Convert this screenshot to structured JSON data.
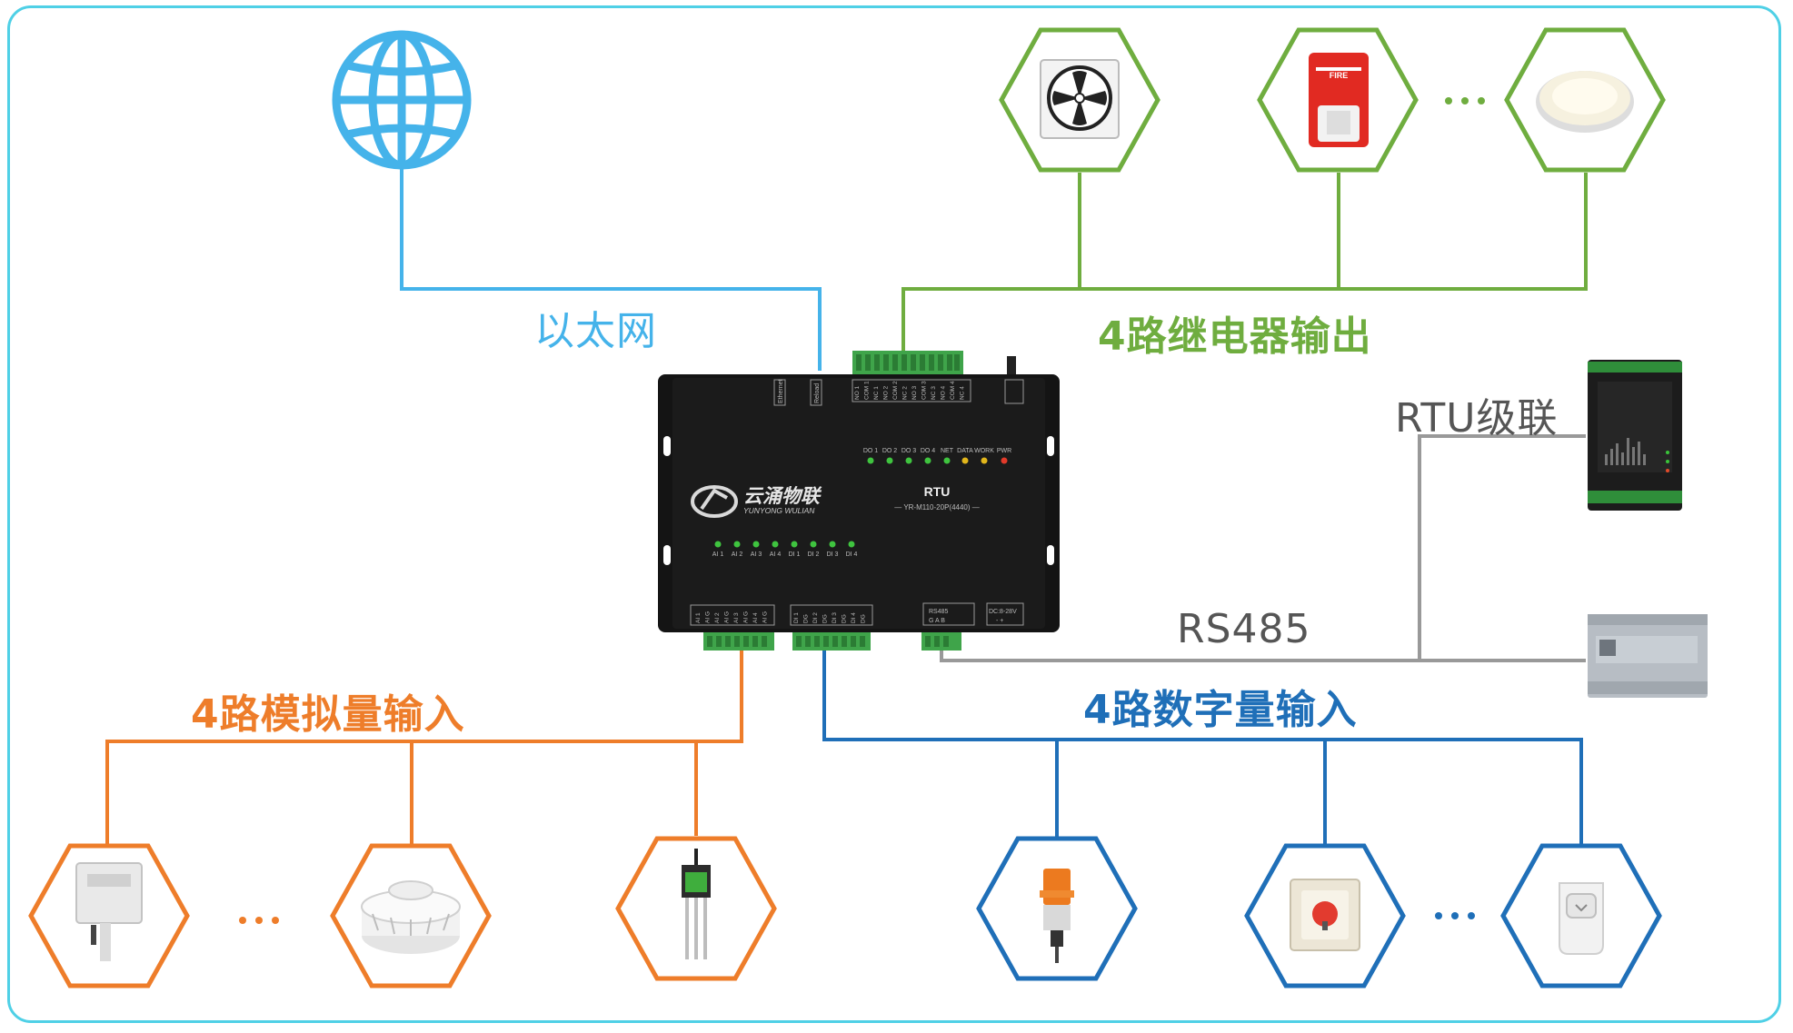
{
  "labels": {
    "ethernet": "以太网",
    "relay_output": "4路继电器输出",
    "rtu_cascade": "RTU级联",
    "rs485": "RS485",
    "analog_input": "4路模拟量输入",
    "digital_input": "4路数字量输入"
  },
  "device": {
    "brand_cn": "云涌物联",
    "brand_en": "YUNYONG WULIAN",
    "type": "RTU",
    "model": "— YR-M110-20P(4440) —",
    "port_ethernet": "Ethernet",
    "port_reload": "Reload",
    "relay_terminals": [
      "NO 1",
      "COM 1",
      "NC 1",
      "NO 2",
      "COM 2",
      "NC 2",
      "NO 3",
      "COM 3",
      "NC 3",
      "NO 4",
      "COM 4",
      "NC 4"
    ],
    "status_leds": [
      "DO 1",
      "DO 2",
      "DO 3",
      "DO 4",
      "NET",
      "DATA",
      "WORK",
      "PWR"
    ],
    "input_leds": [
      "AI 1",
      "AI 2",
      "AI 3",
      "AI 4",
      "DI 1",
      "DI 2",
      "DI 3",
      "DI 4"
    ],
    "ai_terminals": [
      "AI 1",
      "AI G",
      "AI 2",
      "AI G",
      "AI 3",
      "AI G",
      "AI 4",
      "AI G"
    ],
    "di_terminals": [
      "DI 1",
      "DG",
      "DI 2",
      "DG",
      "DI 3",
      "DG",
      "DI 4",
      "DG"
    ],
    "rs485_terminal": "RS485",
    "rs485_pins": "G A B",
    "power_terminal": "DC:8-28V",
    "power_pins": "- +"
  },
  "ellipsis": "• • •",
  "colors": {
    "ethernet": "#45b3ea",
    "relay": "#6fad3f",
    "cascade": "#999999",
    "analog": "#ee7d2a",
    "digital": "#1f6fb8",
    "frame": "#4fd0e6"
  },
  "icons": {
    "internet": "globe-icon",
    "relay_devices": [
      "exhaust-fan-icon",
      "fire-alarm-icon",
      "ceiling-light-icon"
    ],
    "analog_sensors": [
      "temp-humidity-sensor-icon",
      "smoke-detector-icon",
      "soil-moisture-sensor-icon"
    ],
    "digital_sensors": [
      "proximity-sensor-icon",
      "emergency-button-icon",
      "pir-motion-sensor-icon"
    ],
    "cascade_devices": [
      "rtu-module-icon",
      "plc-controller-icon"
    ]
  }
}
